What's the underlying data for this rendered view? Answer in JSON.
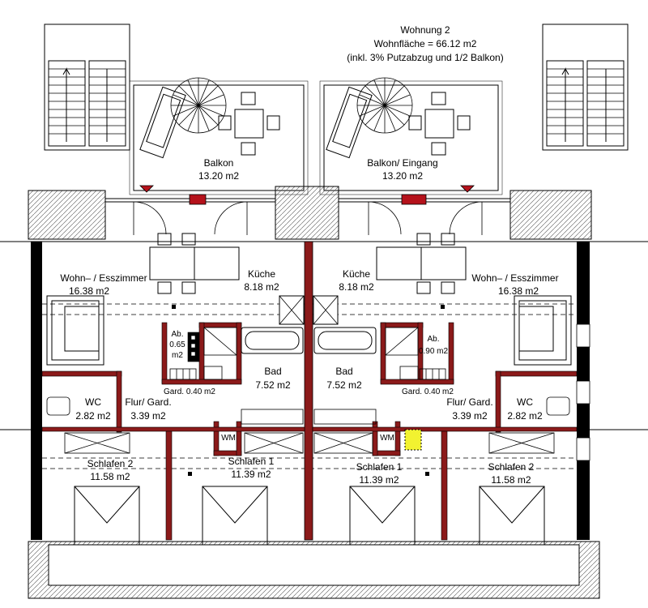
{
  "header": {
    "line1": "Wohnung 2",
    "line2": "Wohnfläche = 66.12 m2",
    "line3": "(inkl. 3% Putzabzug und 1/2 Balkon)"
  },
  "rooms": {
    "balkon_left": {
      "name": "Balkon",
      "area": "13.20 m2"
    },
    "balkon_right": {
      "name": "Balkon/ Eingang",
      "area": "13.20 m2"
    },
    "wohn_left": {
      "name": "Wohn– / Esszimmer",
      "area": "16.38 m2"
    },
    "wohn_right": {
      "name": "Wohn– / Esszimmer",
      "area": "16.38 m2"
    },
    "kueche_left": {
      "name": "Küche",
      "area": "8.18 m2"
    },
    "kueche_right": {
      "name": "Küche",
      "area": "8.18 m2"
    },
    "ab_left": {
      "name": "Ab.",
      "area1": "0.65",
      "area2": "m2"
    },
    "ab_right": {
      "name": "Ab.",
      "area": "0.90 m2"
    },
    "gard_left": {
      "name": "Gard. 0.40 m2"
    },
    "gard_right": {
      "name": "Gard. 0.40 m2"
    },
    "bad_left": {
      "name": "Bad",
      "area": "7.52 m2"
    },
    "bad_right": {
      "name": "Bad",
      "area": "7.52 m2"
    },
    "wc_left": {
      "name": "WC",
      "area": "2.82 m2"
    },
    "wc_right": {
      "name": "WC",
      "area": "2.82 m2"
    },
    "flur_left": {
      "name": "Flur/ Gard.",
      "area": "3.39 m2"
    },
    "flur_right": {
      "name": "Flur/ Gard.",
      "area": "3.39 m2"
    },
    "wm_left": {
      "name": "WM"
    },
    "wm_right": {
      "name": "WM"
    },
    "schlafen2_left": {
      "name": "Schlafen 2",
      "area": "11.58 m2"
    },
    "schlafen1_left": {
      "name": "Schlafen 1",
      "area": "11.39 m2"
    },
    "schlafen1_right": {
      "name": "Schlafen 1",
      "area": "11.39 m2"
    },
    "schlafen2_right": {
      "name": "Schlafen 2",
      "area": "11.58 m2"
    }
  },
  "colors": {
    "wall": "#8b1a1a",
    "door_marker": "#b5121b",
    "outer_wall": "#000000",
    "highlight": "#f2f230"
  }
}
